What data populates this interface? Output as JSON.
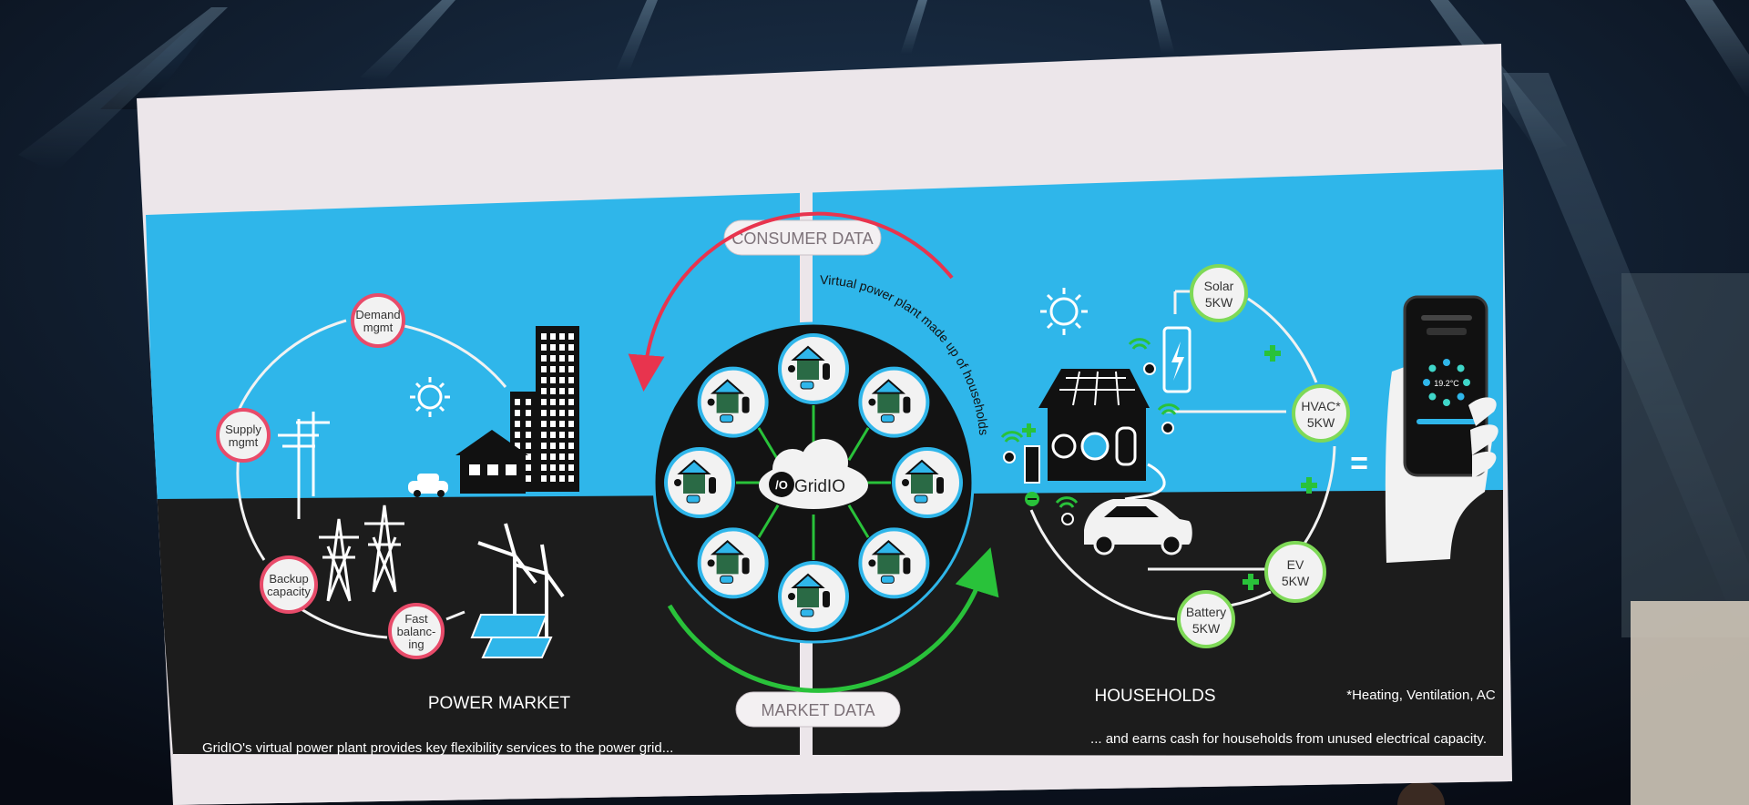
{
  "slide": {
    "consumer_data": "CONSUMER DATA",
    "market_data": "MARKET DATA",
    "arc_caption": "Virtual power plant made up of households",
    "gridio_brand": "GridIO",
    "gridio_mark": "/O",
    "power_market_title": "POWER MARKET",
    "households_title": "HOUSEHOLDS",
    "footnote": "*Heating, Ventilation, AC",
    "caption_left": "GridIO's virtual power plant provides key flexibility services to the power grid...",
    "caption_right": "... and earns cash for households from unused electrical capacity.",
    "equals": "=",
    "market_services": [
      {
        "line1": "Demand",
        "line2": "mgmt",
        "line3": ""
      },
      {
        "line1": "Supply",
        "line2": "mgmt",
        "line3": ""
      },
      {
        "line1": "Backup",
        "line2": "capacity",
        "line3": ""
      },
      {
        "line1": "Fast",
        "line2": "balanc-",
        "line3": "ing"
      }
    ],
    "household_assets": [
      {
        "name": "Solar",
        "power": "5KW"
      },
      {
        "name": "HVAC*",
        "power": "5KW"
      },
      {
        "name": "EV",
        "power": "5KW"
      },
      {
        "name": "Battery",
        "power": "5KW"
      }
    ],
    "phone_temperature": "19.2°C"
  },
  "colors": {
    "sky": "#2fb6ea",
    "ground": "#1c1c1c",
    "paper": "#ece6ea",
    "service_ring": "#e84b6a",
    "asset_ring": "#7ed957",
    "green_arrow": "#29c23a",
    "red_arrow": "#e8344e"
  }
}
